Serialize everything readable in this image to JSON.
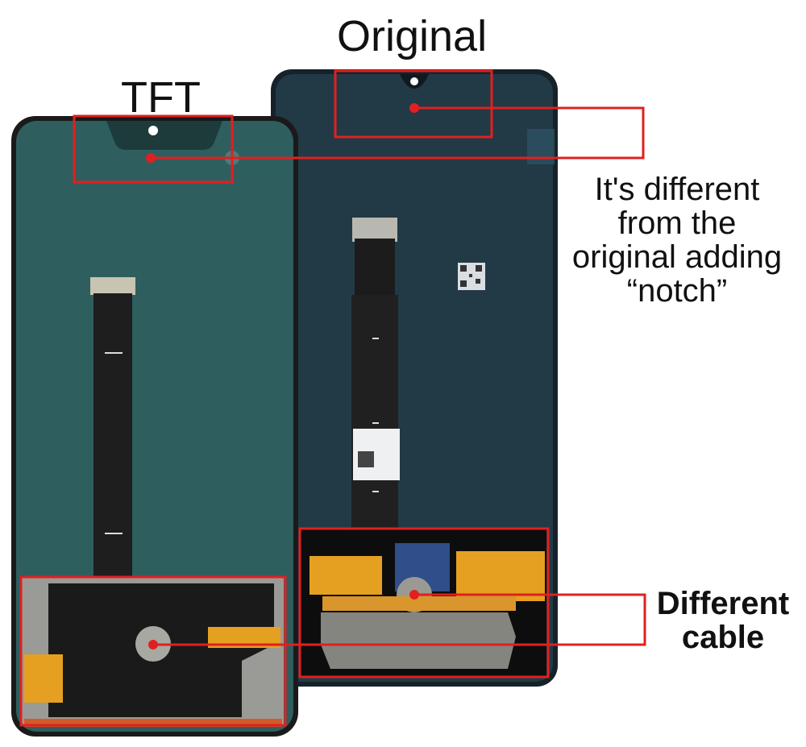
{
  "labels": {
    "original": "Original",
    "tft": "TFT"
  },
  "notes": {
    "notch": [
      "It's different",
      "from the",
      "original adding",
      "“notch”"
    ],
    "cable": [
      "Different",
      "cable"
    ]
  },
  "colors": {
    "tft_screen": "#2f5d5e",
    "original_screen": "#233b47",
    "phone_frame": "#1c1c1c",
    "flex_cable": "#1e1e1e",
    "callout_red": "#e02020",
    "board_gray": "#8a8a86",
    "flex_orange": "#e6a021"
  }
}
